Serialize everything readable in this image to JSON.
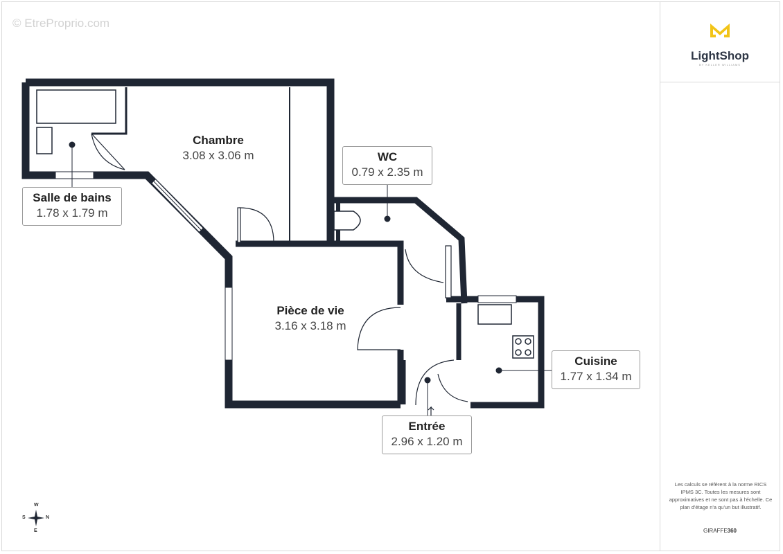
{
  "watermark": "© EtreProprio.com",
  "logo": {
    "name": "LightShop",
    "sub": "BY KELLER WILLIAMS"
  },
  "disclaimer": "Les calculs se réfèrent à la norme RICS IPMS 3C. Toutes les mesures sont approximatives et ne sont pas à l'échelle. Ce plan d'étage n'a qu'un but illustratif.",
  "brand": {
    "part1": "GIRAFFE",
    "part2": "360"
  },
  "rooms": {
    "chambre": {
      "name": "Chambre",
      "dim": "3.08 x 3.06 m"
    },
    "salle_de_bains": {
      "name": "Salle de bains",
      "dim": "1.78 x 1.79 m"
    },
    "wc": {
      "name": "WC",
      "dim": "0.79 x 2.35 m"
    },
    "piece_de_vie": {
      "name": "Pièce de vie",
      "dim": "3.16 x 3.18 m"
    },
    "cuisine": {
      "name": "Cuisine",
      "dim": "1.77 x 1.34 m"
    },
    "entree": {
      "name": "Entrée",
      "dim": "2.96 x 1.20 m"
    }
  },
  "compass": {
    "n": "N",
    "s": "S",
    "e": "E",
    "w": "W"
  },
  "colors": {
    "wall": "#1f2633",
    "logo_yellow": "#f2c417",
    "text": "#222222"
  }
}
